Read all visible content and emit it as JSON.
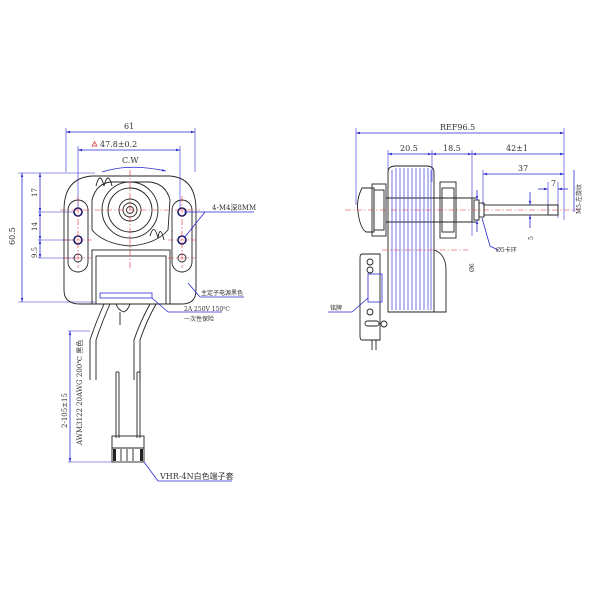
{
  "front_view": {
    "dimensions": {
      "overall_width": "61",
      "hole_spacing": "47.8±0.2",
      "rotation": "C.W",
      "height_total": "60.5",
      "v_17": "17",
      "v_14": "14",
      "v_9_5": "9.5",
      "lead_length": "2-105±15",
      "wire_spec": "AWM3122 20AWG 200℃ 黑色"
    },
    "callouts": {
      "mount_holes": "4-M4深8MM",
      "stator_lead": "主定子电源黑色",
      "fuse_rating": "2A 250V 150℃",
      "fuse_type": "一次性保险",
      "connector": "VHR-4N白色端子套"
    },
    "warning_icon": "triangle-warning"
  },
  "side_view": {
    "dimensions": {
      "overall_length": "REF96.5",
      "coil_width": "20.5",
      "bearing_span": "18.5",
      "shaft_length": "42±1",
      "shaft_37": "37",
      "thread_length": "7",
      "shaft_dia": "5",
      "bushing_dia": "Ø6"
    },
    "callouts": {
      "thread": "M5-左旋纹",
      "circlip": "Ø5卡环",
      "nameplate": "铭牌"
    }
  },
  "colors": {
    "dimension": "#2a2ad0",
    "centerline": "#e0303a",
    "outline": "#222222"
  }
}
